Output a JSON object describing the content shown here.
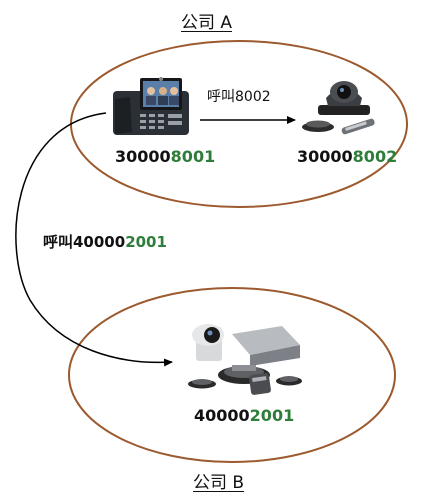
{
  "company_a": {
    "title": "公司 A",
    "phone_number_prefix": "30000",
    "phone_number_suffix": "8001",
    "room_number_prefix": "30000",
    "room_number_suffix": "8002",
    "internal_call_label": "呼叫8002"
  },
  "company_b": {
    "title": "公司 B",
    "room_number_prefix": "40000",
    "room_number_suffix": "2001"
  },
  "cross_call": {
    "label_prefix": "呼叫40000",
    "label_suffix": "2001"
  },
  "colors": {
    "ellipse_stroke": "#9c5a2e",
    "highlight": "#2e7d3a",
    "arrow": "#000000"
  },
  "icons": [
    "video-phone-icon",
    "vc-camera-system-icon",
    "vc-room-system-icon"
  ]
}
